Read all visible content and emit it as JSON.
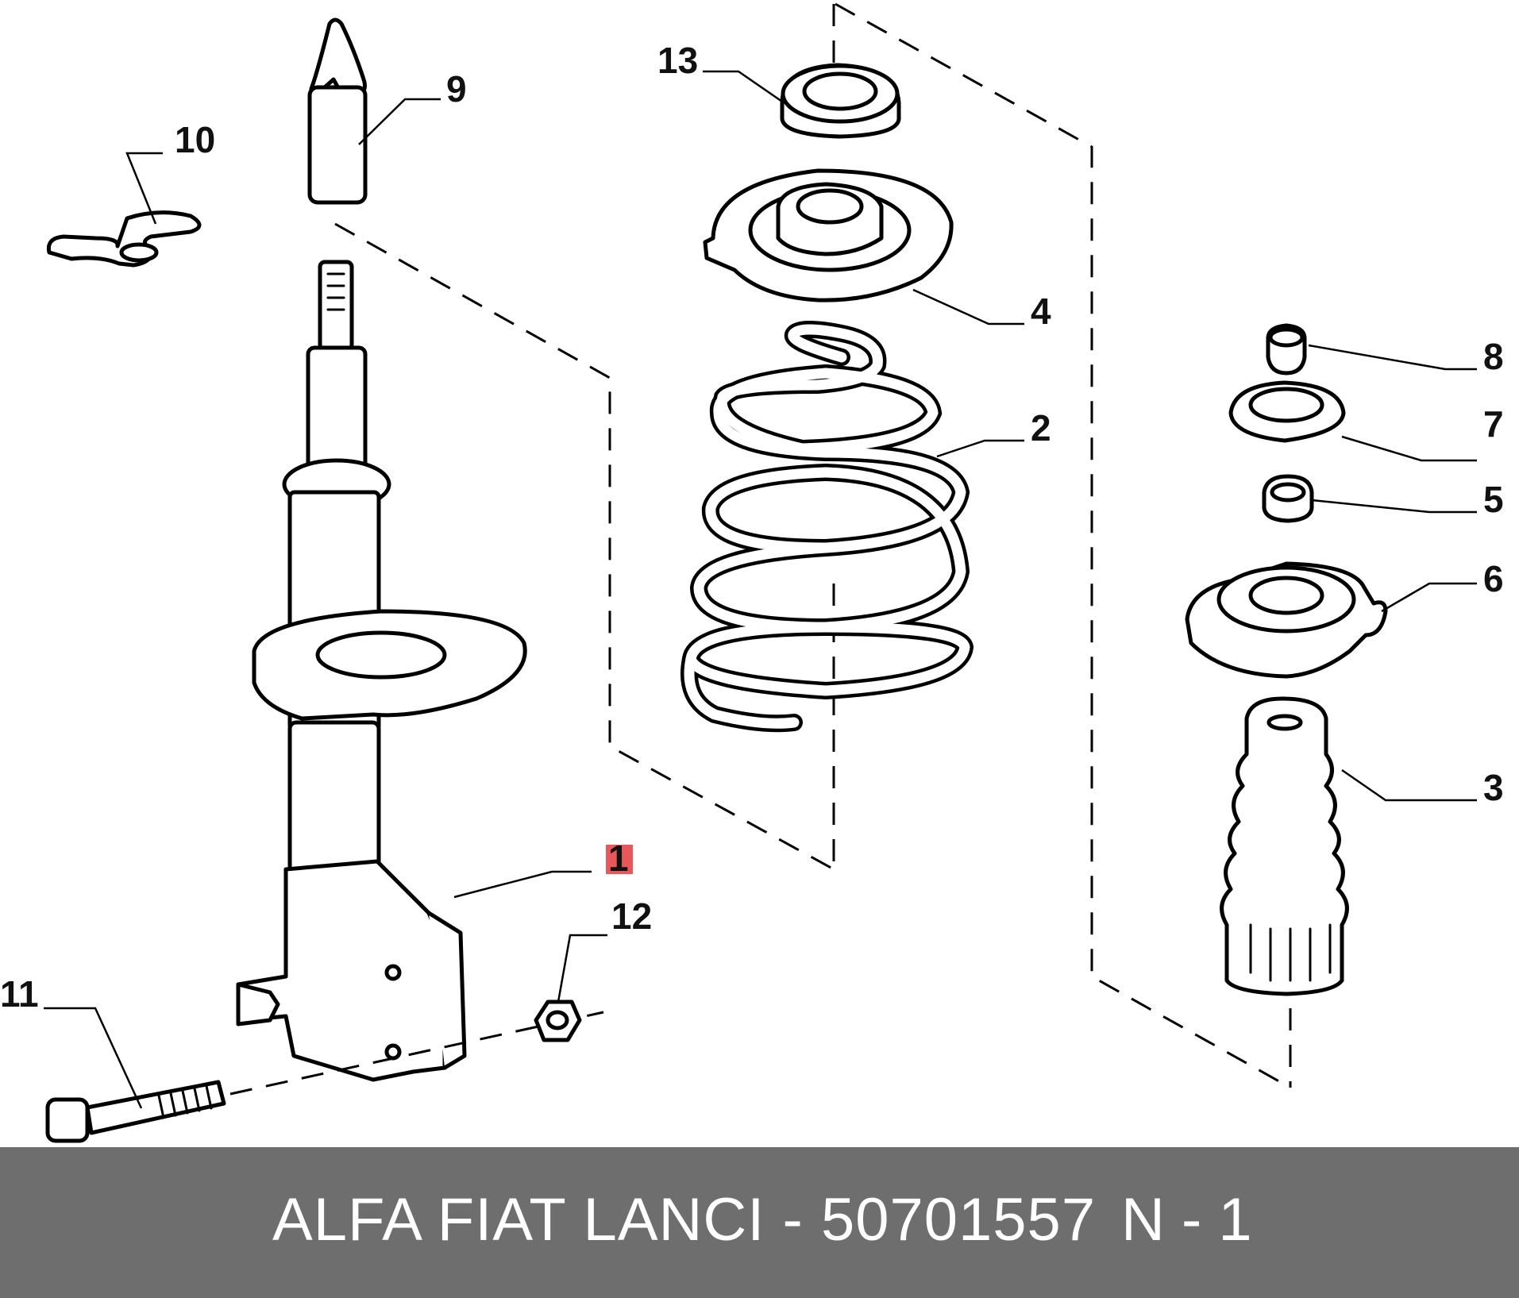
{
  "diagram": {
    "callouts": [
      {
        "id": "1",
        "label": "1",
        "highlight": true
      },
      {
        "id": "2",
        "label": "2"
      },
      {
        "id": "3",
        "label": "3"
      },
      {
        "id": "4",
        "label": "4"
      },
      {
        "id": "5",
        "label": "5"
      },
      {
        "id": "6",
        "label": "6"
      },
      {
        "id": "7",
        "label": "7"
      },
      {
        "id": "8",
        "label": "8"
      },
      {
        "id": "9",
        "label": "9"
      },
      {
        "id": "10",
        "label": "10"
      },
      {
        "id": "11",
        "label": "11"
      },
      {
        "id": "12",
        "label": "12"
      },
      {
        "id": "13",
        "label": "13"
      }
    ],
    "highlight_color": "#e8585a"
  },
  "footer": {
    "reference": "ALFA FIAT LANCI - 50701557",
    "quantity": "N - 1",
    "background_color": "#6e6e6e"
  }
}
